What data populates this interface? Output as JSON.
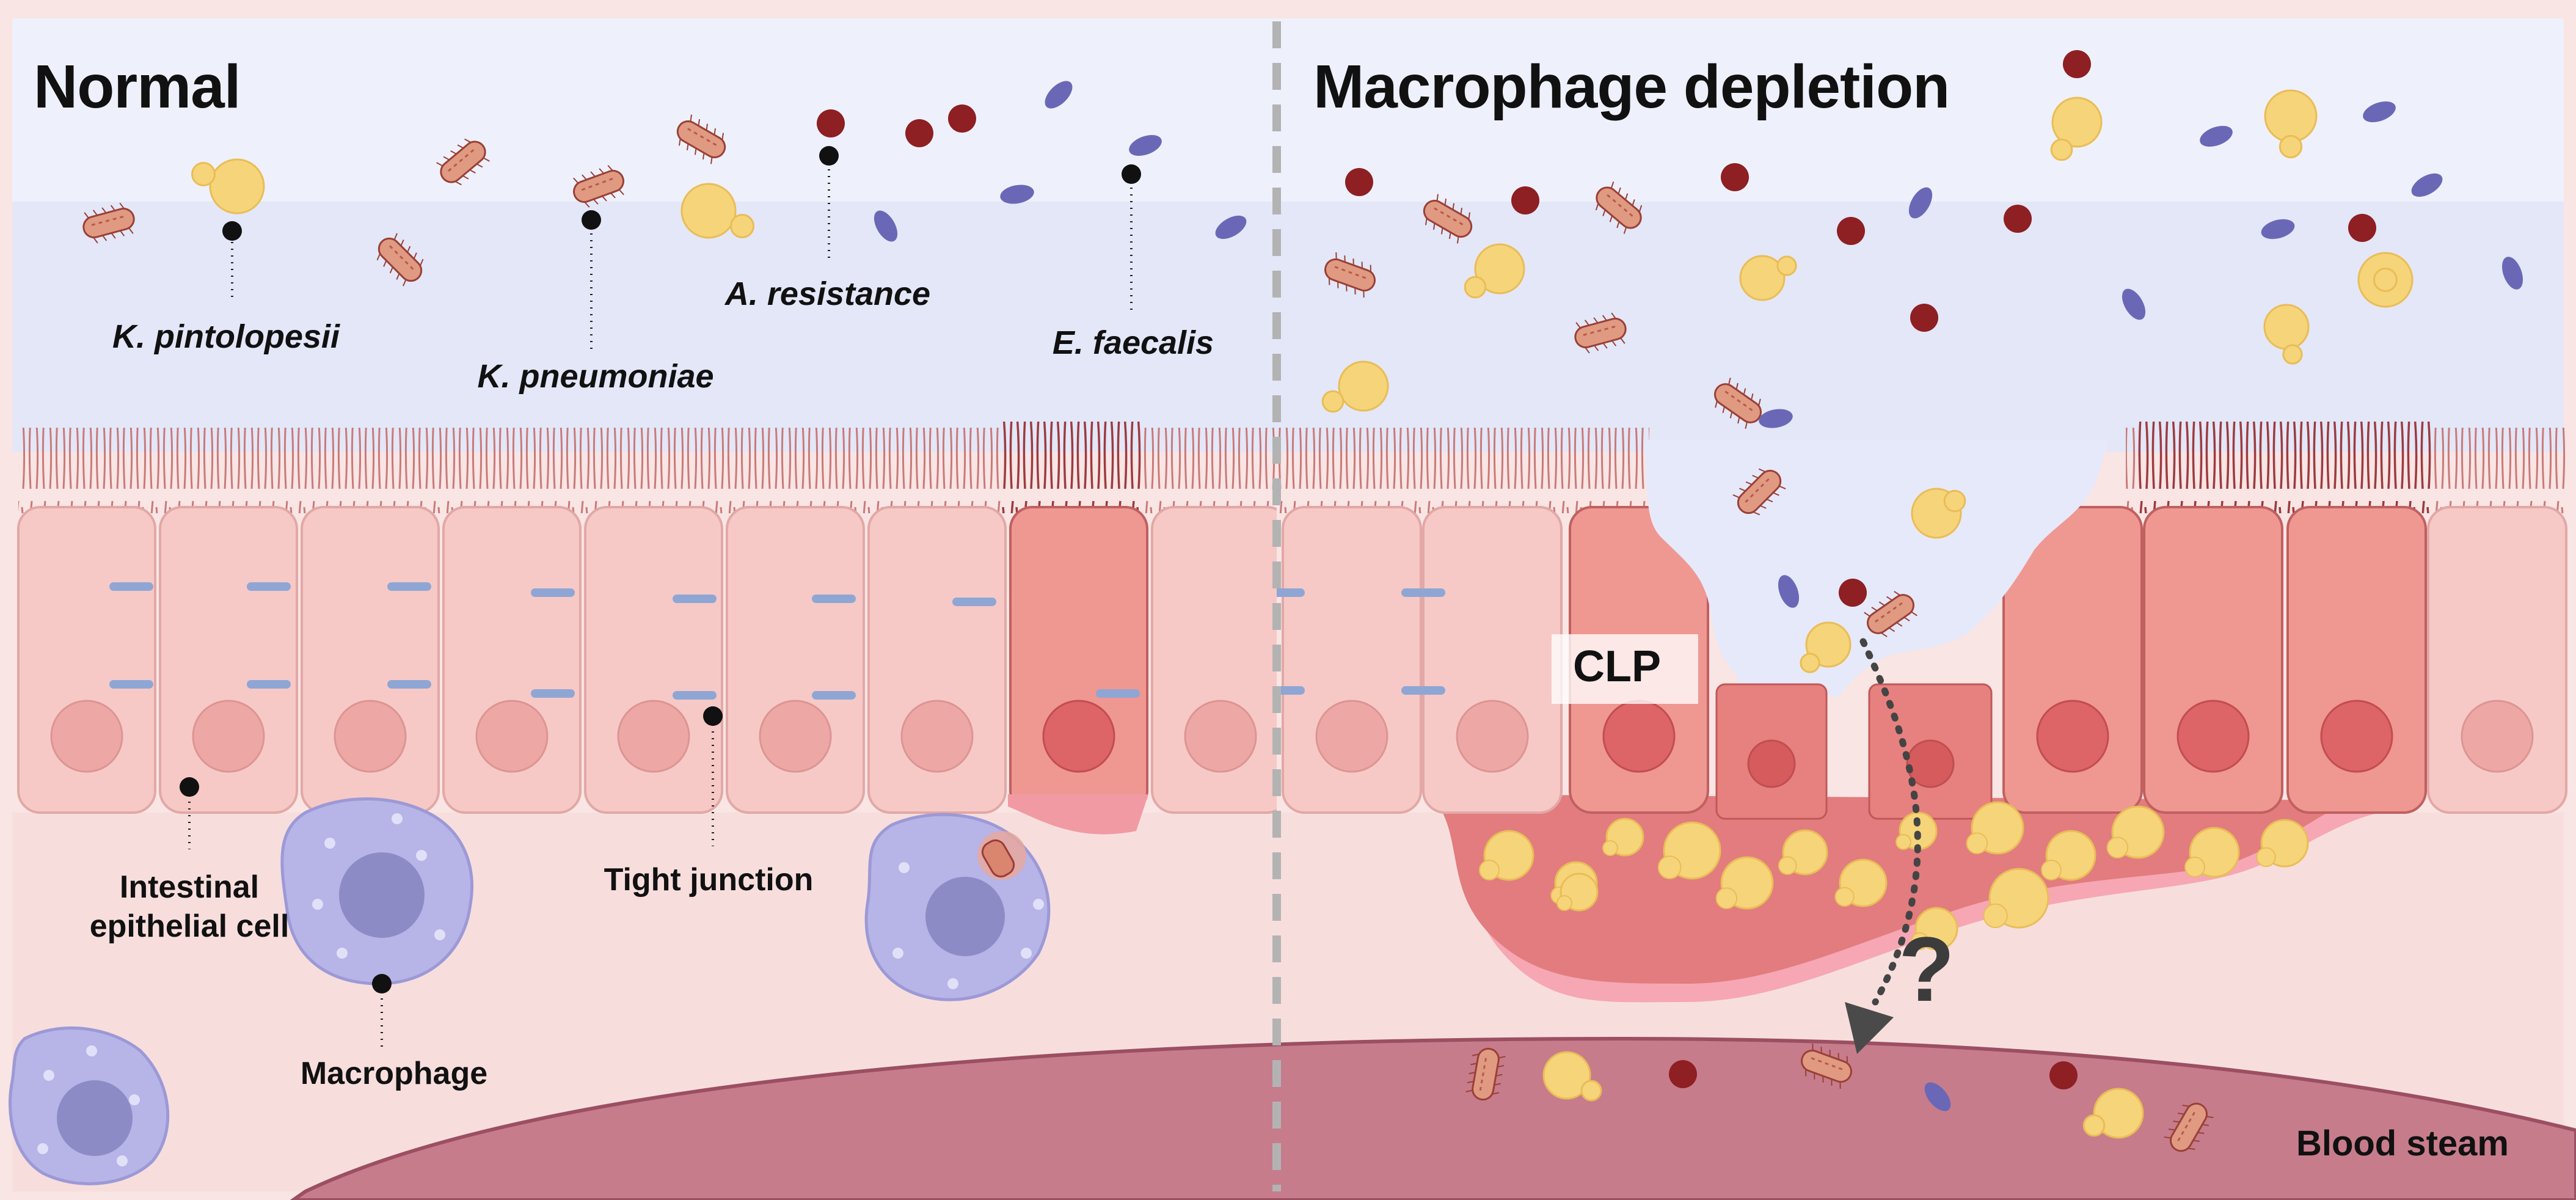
{
  "panels": {
    "normal_title": "Normal",
    "depletion_title": "Macrophage depletion"
  },
  "labels": {
    "k_pintolopesii": "K. pintolopesii",
    "k_pneumoniae": "K. pneumoniae",
    "a_resistance": "A. resistance",
    "e_faecalis": "E. faecalis",
    "intestinal_cell_line1": "Intestinal",
    "intestinal_cell_line2": "epithelial cell",
    "tight_junction": "Tight junction",
    "macrophage": "Macrophage",
    "clp": "CLP",
    "question_mark": "?",
    "blood_stream": "Blood steam"
  },
  "colors": {
    "lumen": "#e4e8f8",
    "epithelium": "#f6c9c6",
    "damaged_cell": "#ef9791",
    "tissue": "#f7dcdb",
    "blood_vessel": "#c47b8d",
    "tight_junction": "#8fa6d4",
    "macrophage": "#b6b4e6",
    "k_pintolopesii": "#f6d47a",
    "k_pneumoniae": "#e09a82",
    "a_resistance": "#8e1f22",
    "e_faecalis": "#6a68b6",
    "divider": "#b3b3b3"
  }
}
